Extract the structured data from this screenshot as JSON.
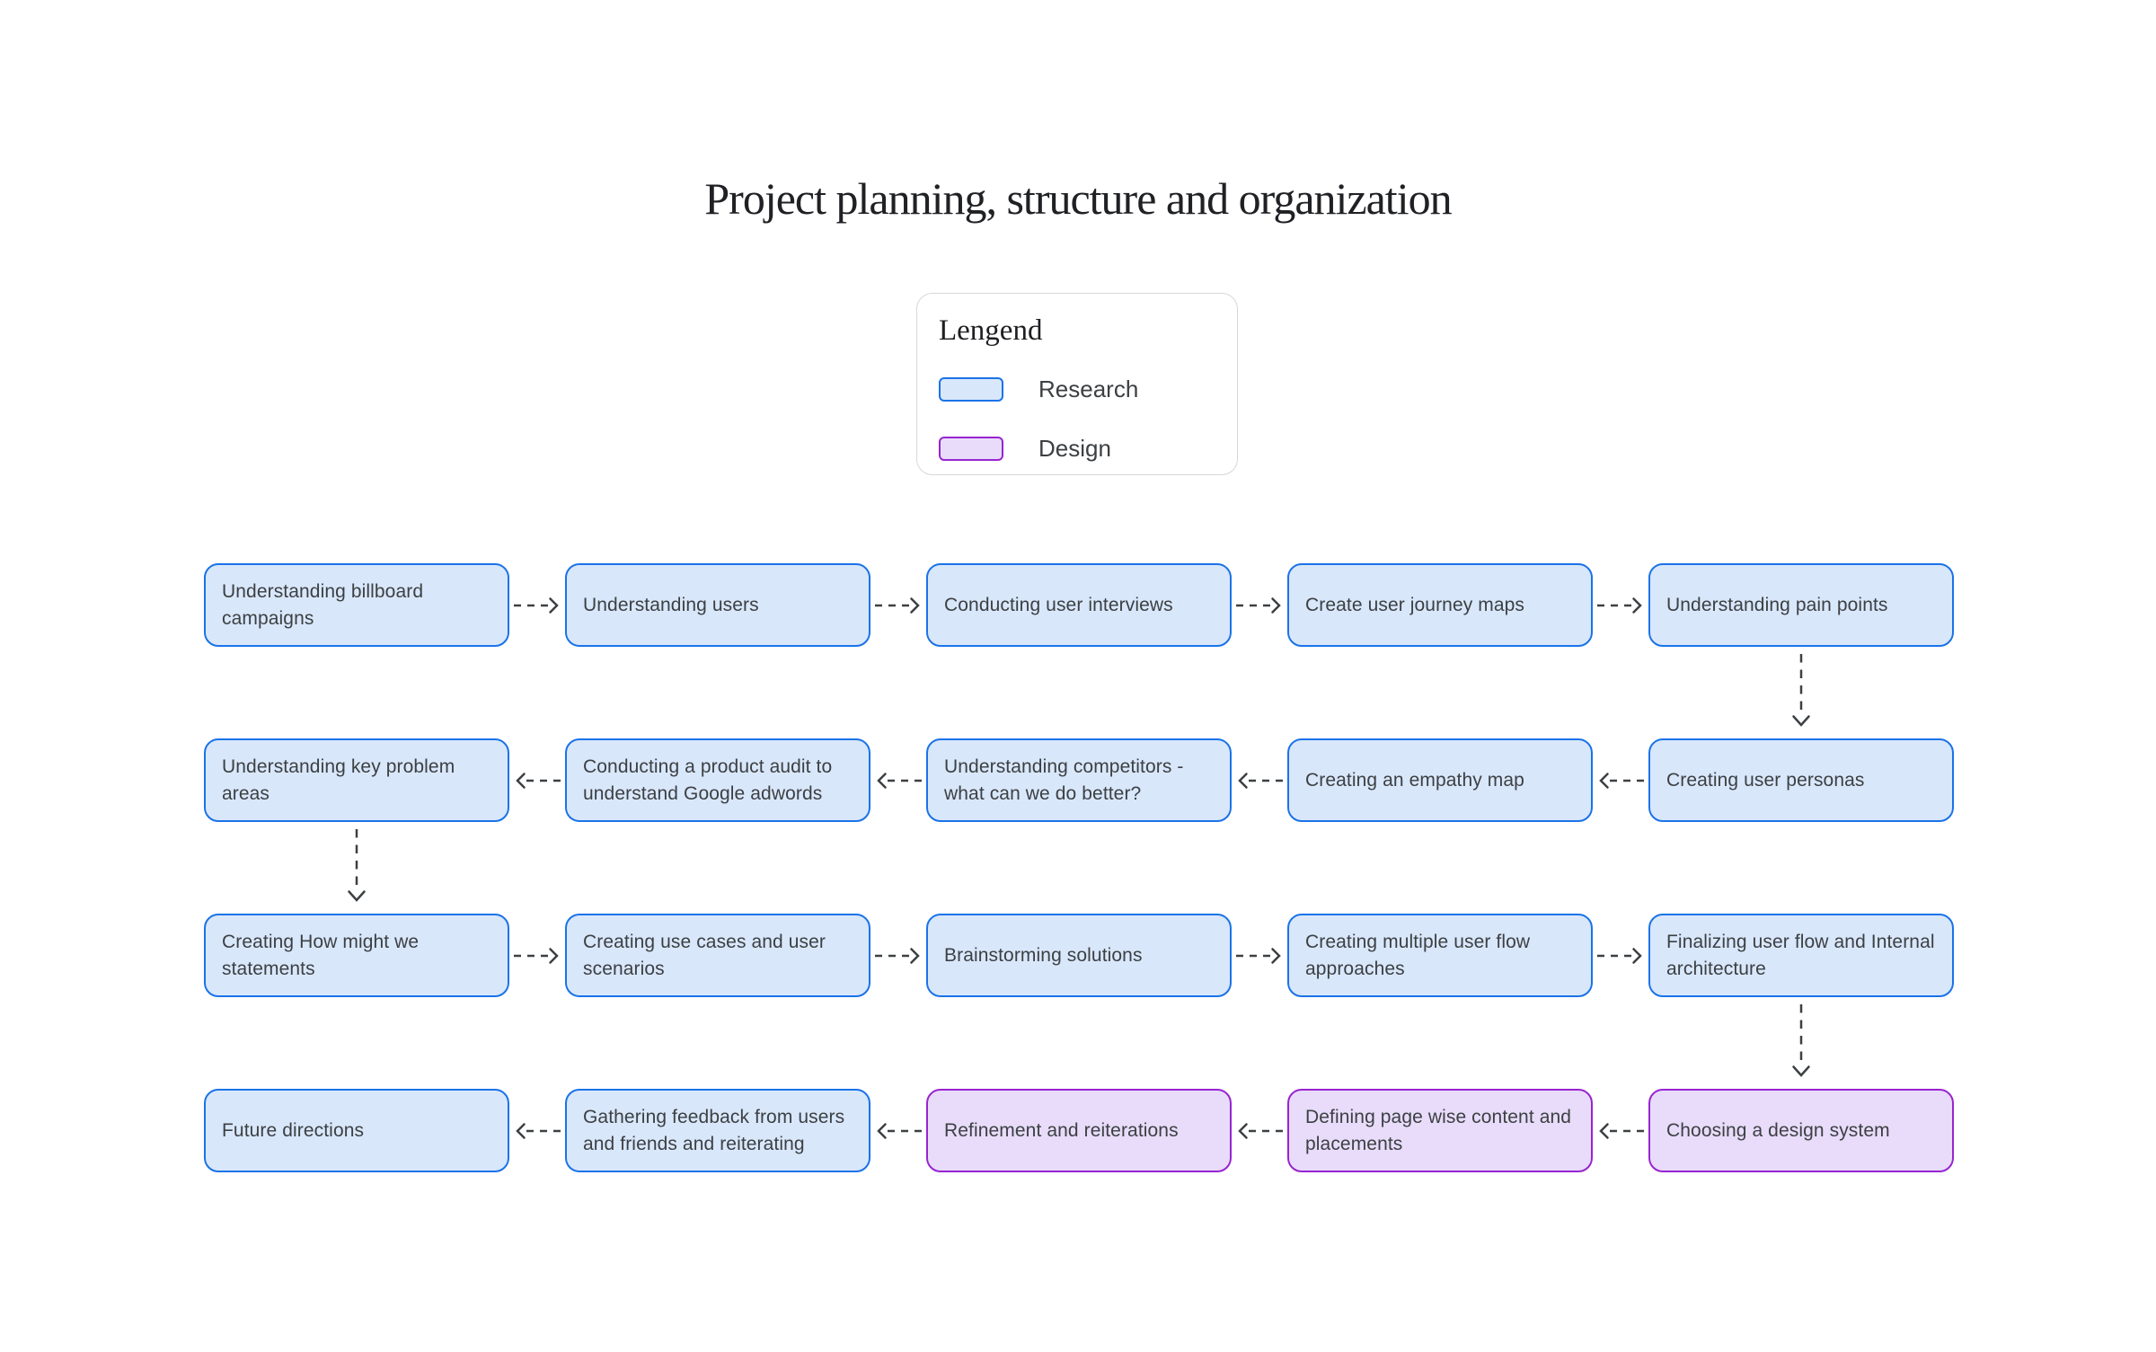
{
  "page": {
    "title": "Project planning, structure and organization"
  },
  "legend": {
    "title": "Lengend",
    "items": [
      {
        "label": "Research",
        "type": "research"
      },
      {
        "label": "Design",
        "type": "design"
      }
    ]
  },
  "diagram": {
    "rows": [
      {
        "direction": "right",
        "boxes": [
          {
            "label": "Understanding billboard campaigns",
            "type": "research"
          },
          {
            "label": "Understanding users",
            "type": "research"
          },
          {
            "label": "Conducting user interviews",
            "type": "research"
          },
          {
            "label": "Create user journey maps",
            "type": "research"
          },
          {
            "label": "Understanding pain points",
            "type": "research"
          }
        ]
      },
      {
        "direction": "left",
        "boxes": [
          {
            "label": "Understanding key problem areas",
            "type": "research"
          },
          {
            "label": "Conducting a product audit to understand Google adwords",
            "type": "research"
          },
          {
            "label": "Understanding competitors - what can we do better?",
            "type": "research"
          },
          {
            "label": "Creating an empathy map",
            "type": "research"
          },
          {
            "label": "Creating user personas",
            "type": "research"
          }
        ]
      },
      {
        "direction": "right",
        "boxes": [
          {
            "label": "Creating How might we statements",
            "type": "research"
          },
          {
            "label": "Creating use cases and user scenarios",
            "type": "research"
          },
          {
            "label": "Brainstorming solutions",
            "type": "research"
          },
          {
            "label": "Creating multiple user flow approaches",
            "type": "research"
          },
          {
            "label": "Finalizing user flow and Internal architecture",
            "type": "research"
          }
        ]
      },
      {
        "direction": "left",
        "boxes": [
          {
            "label": "Future directions",
            "type": "research"
          },
          {
            "label": "Gathering feedback from users and friends and reiterating",
            "type": "research"
          },
          {
            "label": "Refinement and reiterations",
            "type": "design"
          },
          {
            "label": "Defining page wise content and placements",
            "type": "design"
          },
          {
            "label": "Choosing a design system",
            "type": "design"
          }
        ]
      }
    ],
    "vertical_connections": [
      {
        "from": "Understanding pain points",
        "to": "Creating user personas"
      },
      {
        "from": "Understanding key problem areas",
        "to": "Creating How might we statements"
      },
      {
        "from": "Finalizing user flow and Internal architecture",
        "to": "Choosing a design system"
      }
    ]
  },
  "colors": {
    "background": "#ffffff",
    "title_text": "#202124",
    "text": "#3c4043",
    "arrow": "#3c4043",
    "legend_border": "#d6d8dc",
    "research_fill": "#d9e7fb",
    "research_border": "#1a73e8",
    "design_fill": "#e8dcfa",
    "design_border": "#9824d1"
  }
}
